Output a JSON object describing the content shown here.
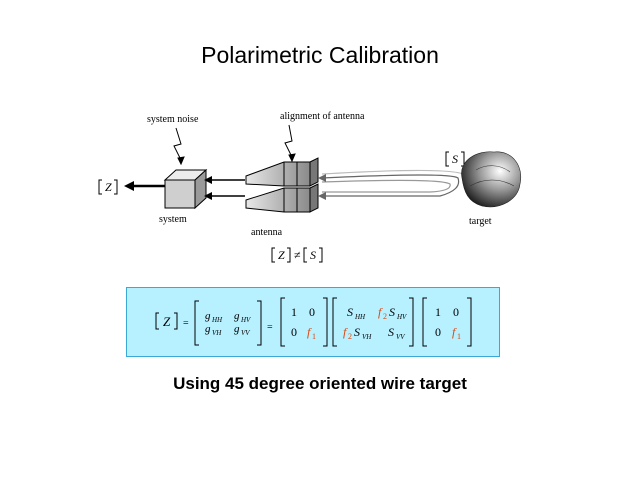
{
  "title": "Polarimetric Calibration",
  "labels": {
    "system_noise": "system noise",
    "alignment": "alignment of antenna",
    "system": "system",
    "antenna": "antenna",
    "target": "target",
    "z_out": "Z",
    "s_target": "S",
    "ineq_z": "Z",
    "ineq_s": "S"
  },
  "equation": {
    "z": "Z",
    "g_hh": "g",
    "g_hh_sub": "HH",
    "g_hv": "g",
    "g_hv_sub": "HV",
    "g_vh": "g",
    "g_vh_sub": "VH",
    "g_vv": "g",
    "g_vv_sub": "VV",
    "m1": [
      "1",
      "0",
      "0"
    ],
    "f1": "f",
    "f1_sub": "1",
    "s_hh": "S",
    "s_hh_sub": "HH",
    "f2": "f",
    "f2_sub": "2",
    "s_hv": "S",
    "s_hv_sub": "HV",
    "s_vh": "S",
    "s_vh_sub": "VH",
    "s_vv": "S",
    "s_vv_sub": "VV",
    "m3": [
      "1",
      "0",
      "0"
    ]
  },
  "caption": "Using 45 degree oriented wire target",
  "colors": {
    "box_fill": "#b7f0ff",
    "box_border": "#3aa9d8",
    "accent_f": "#d9480f"
  }
}
